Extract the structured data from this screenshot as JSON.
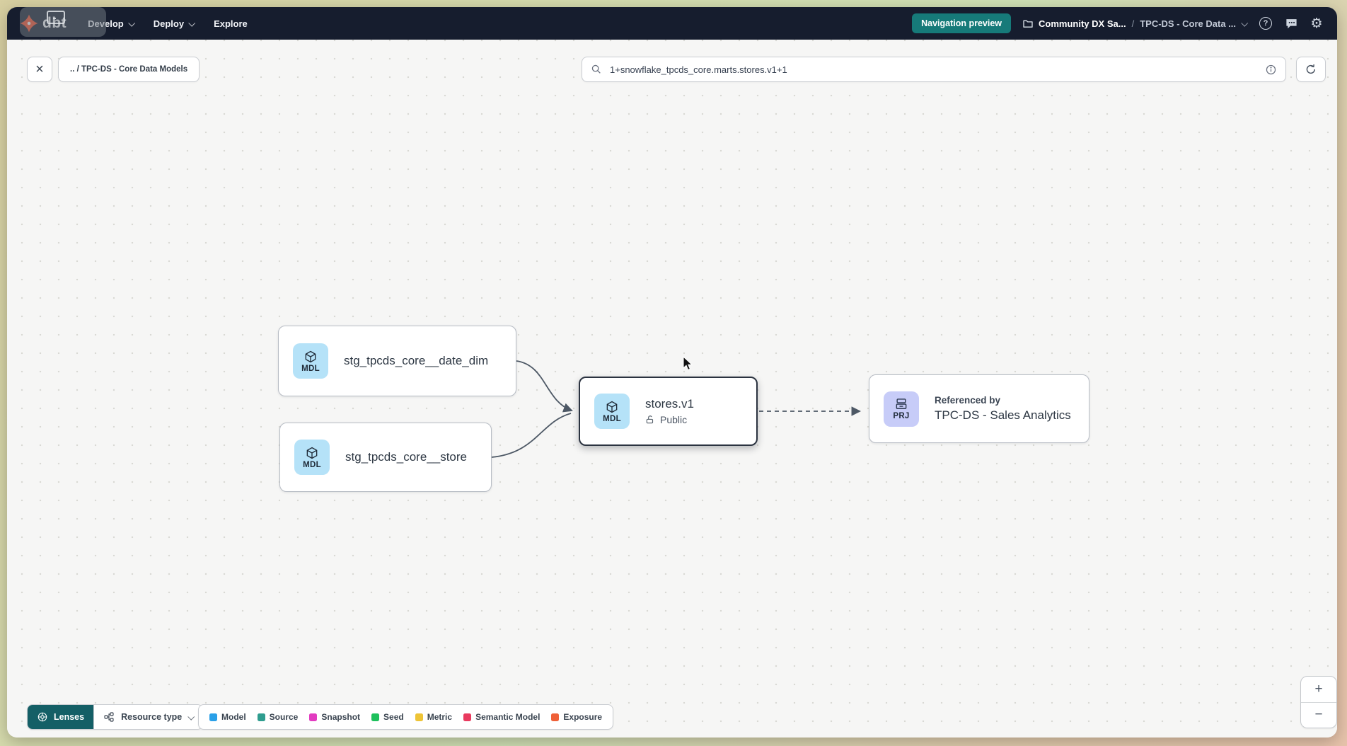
{
  "topbar": {
    "logo": "dbt",
    "menus": [
      {
        "label": "Develop"
      },
      {
        "label": "Deploy"
      },
      {
        "label": "Explore"
      }
    ],
    "preview_badge": "Navigation preview",
    "breadcrumb": {
      "project": "Community DX Sa...",
      "separator": "/",
      "current": "TPC-DS - Core Data ..."
    },
    "help_glyph": "?",
    "gear_glyph": "⚙"
  },
  "toolbar": {
    "close_glyph": "×",
    "path_chip": ".. / TPC-DS - Core Data Models",
    "search_value": "1+snowflake_tpcds_core.marts.stores.v1+1"
  },
  "graph": {
    "nodes": [
      {
        "badge": "MDL",
        "label": "stg_tpcds_core__date_dim"
      },
      {
        "badge": "MDL",
        "label": "stg_tpcds_core__store"
      },
      {
        "badge": "MDL",
        "label": "stores.v1",
        "visibility": "Public"
      },
      {
        "badge": "PRJ",
        "kicker": "Referenced by",
        "label": "TPC-DS - Sales Analytics"
      }
    ]
  },
  "footer": {
    "lenses_label": "Lenses",
    "resource_type_label": "Resource type",
    "legend": [
      {
        "label": "Model",
        "color": "#2aa0e8"
      },
      {
        "label": "Source",
        "color": "#2f9d8f"
      },
      {
        "label": "Snapshot",
        "color": "#e23bc0"
      },
      {
        "label": "Seed",
        "color": "#1ec05c"
      },
      {
        "label": "Metric",
        "color": "#eec437"
      },
      {
        "label": "Semantic Model",
        "color": "#e93a5e"
      },
      {
        "label": "Exposure",
        "color": "#ef6038"
      }
    ]
  },
  "zoom_controls": {
    "zoom_in": "+",
    "zoom_out": "−"
  },
  "colors": {
    "navbar_bg": "#161d2e",
    "accent_teal": "#167a79",
    "lenses_teal": "#145f66",
    "logo_orange": "#ff4f27",
    "model_badge_bg": "#b5e2f8",
    "project_badge_bg": "#c7ccf8",
    "edge": "#4d5865"
  }
}
